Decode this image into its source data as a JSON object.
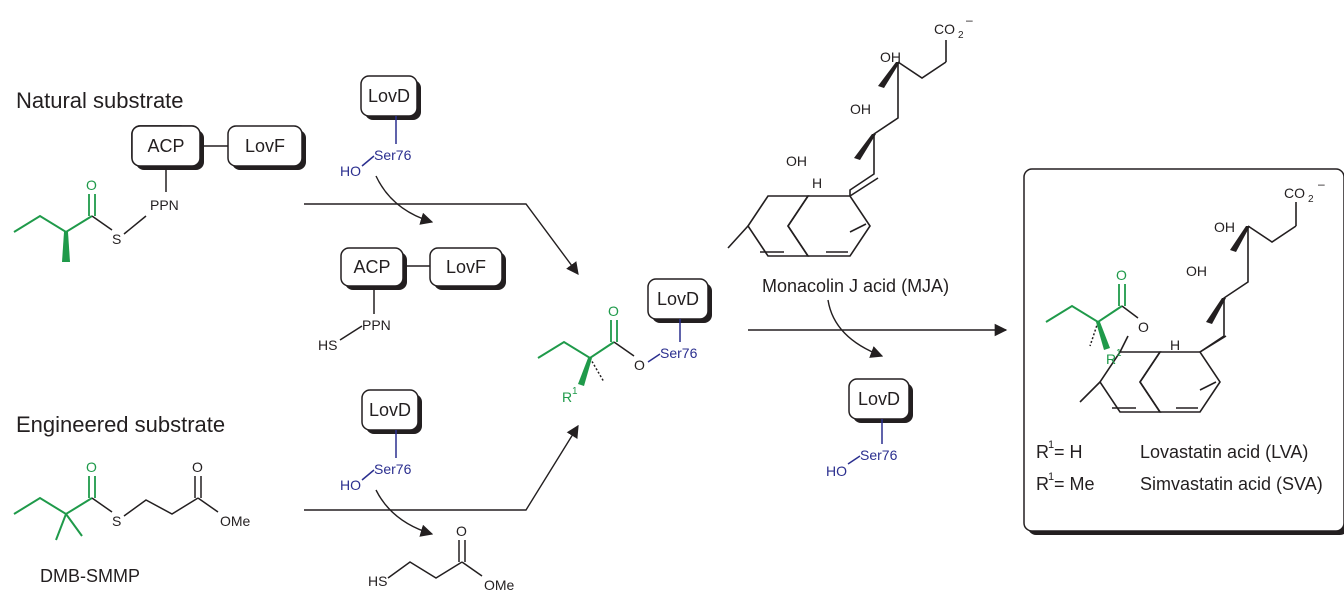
{
  "colors": {
    "black": "#231f20",
    "green": "#1f9a4a",
    "blue": "#2b2f8f",
    "shadow": "#231f20"
  },
  "sections": {
    "natural_title": "Natural substrate",
    "engineered_title": "Engineered substrate"
  },
  "enzymes": {
    "lovd": "LovD",
    "acp": "ACP",
    "lovf": "LovF",
    "ser76": "Ser76",
    "ho": "HO"
  },
  "labels": {
    "ppn": "PPN",
    "s": "S",
    "o": "O",
    "hs": "HS",
    "ome": "OMe",
    "oh": "OH",
    "h": "H",
    "r1": "R",
    "sup1": "1",
    "co2": "CO",
    "sub2": "2",
    "minus": "–",
    "dmb_smmp": "DMB-SMMP",
    "mja": "Monacolin J acid (MJA)"
  },
  "legend": {
    "row1_lhs": "R",
    "row1_sup": "1",
    "row1_eq": " = H",
    "row1_name": "Lovastatin acid (LVA)",
    "row2_lhs": "R",
    "row2_sup": "1",
    "row2_eq": " = Me",
    "row2_name": "Simvastatin acid (SVA)"
  }
}
